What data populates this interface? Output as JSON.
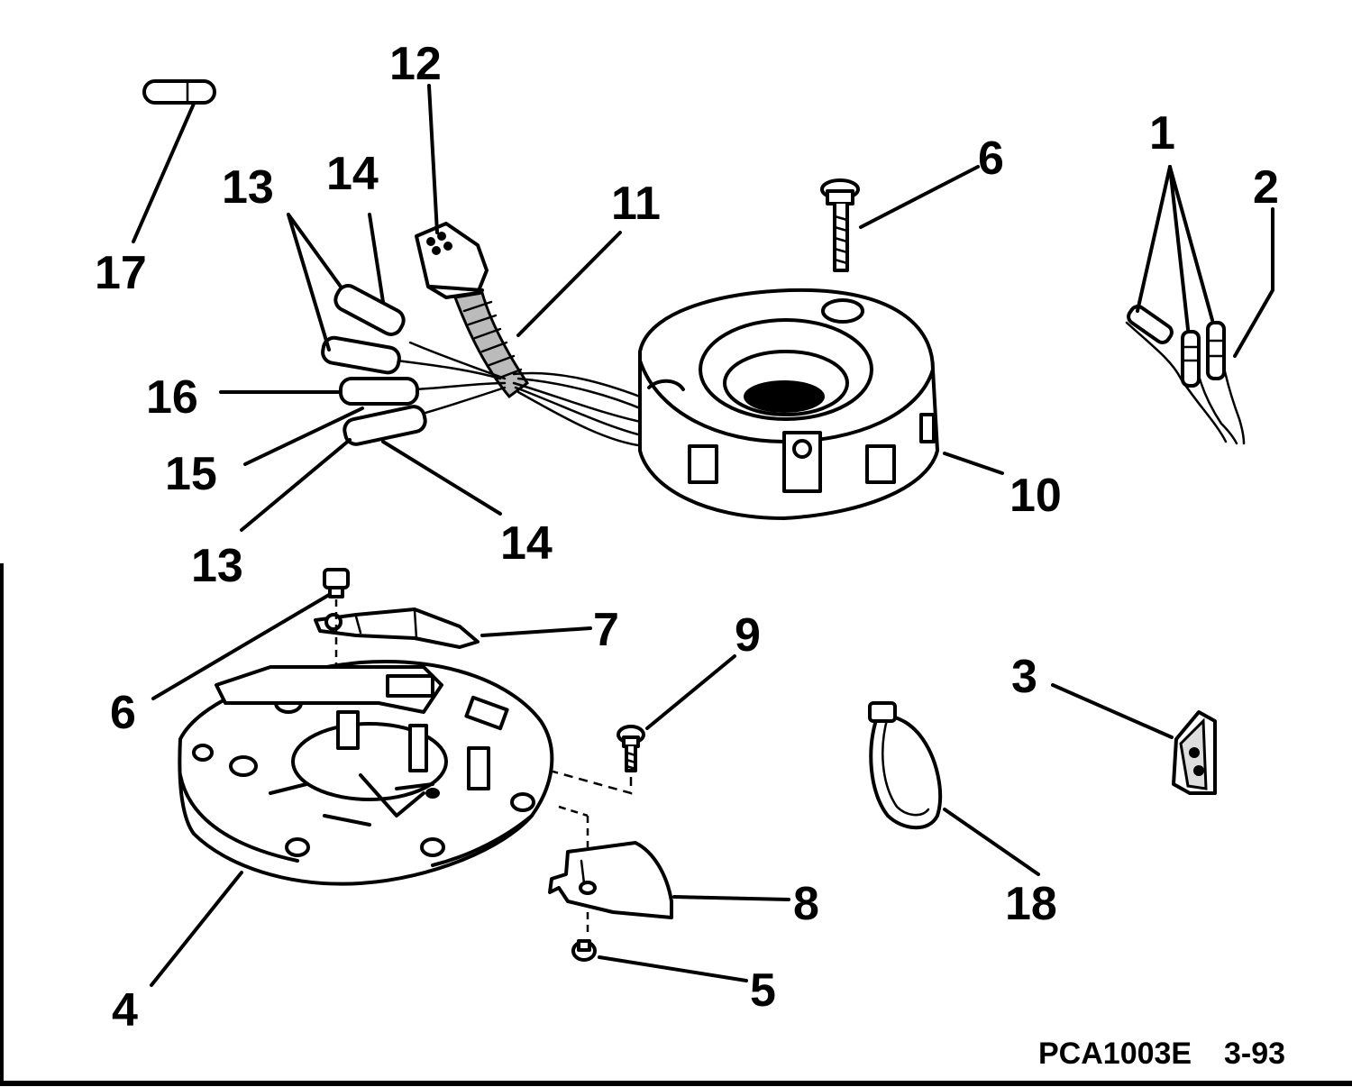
{
  "diagram": {
    "callouts": {
      "c1": "1",
      "c2": "2",
      "c3": "3",
      "c4": "4",
      "c5": "5",
      "c6a": "6",
      "c6b": "6",
      "c7": "7",
      "c8": "8",
      "c9": "9",
      "c10": "10",
      "c11": "11",
      "c12": "12",
      "c13a": "13",
      "c13b": "13",
      "c14a": "14",
      "c14b": "14",
      "c15": "15",
      "c16": "16",
      "c17": "17",
      "c18": "18"
    },
    "footer": {
      "code": "PCA1003E",
      "date": "3-93"
    }
  }
}
